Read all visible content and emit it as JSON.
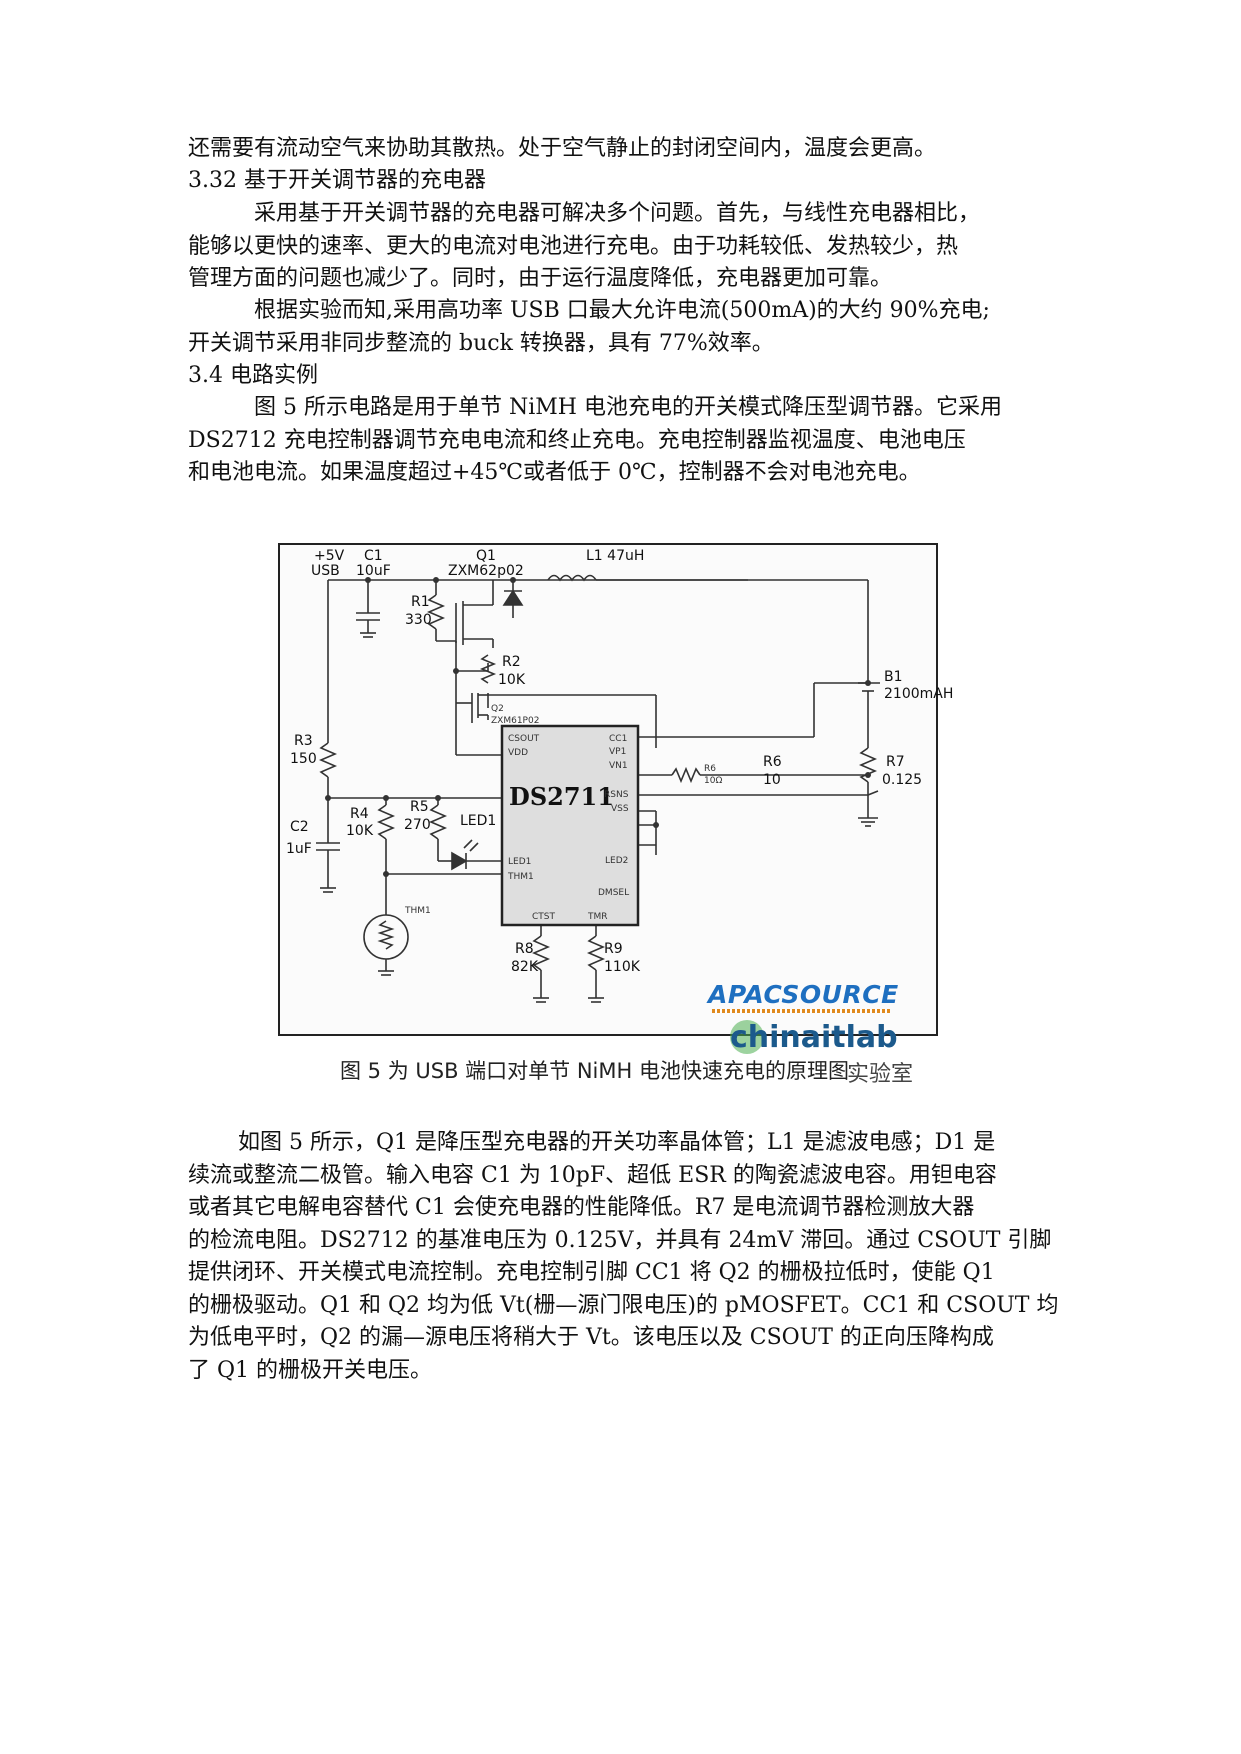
{
  "text": {
    "p1": [
      "还需要有流动空气来协助其散热。处于空气静止的封闭空间内，温度会更高。"
    ],
    "h1": "3.32 基于开关调节器的充电器",
    "p2": [
      "采用基于开关调节器的充电器可解决多个问题。首先，与线性充电器相比，",
      "能够以更快的速率、更大的电流对电池进行充电。由于功耗较低、发热较少，热",
      "管理方面的问题也减少了。同时，由于运行温度降低，充电器更加可靠。"
    ],
    "p3": [
      "根据实验而知,采用高功率 USB 口最大允许电流(500mA)的大约 90%充电;",
      "开关调节采用非同步整流的 buck 转换器，具有 77%效率。"
    ],
    "h2": "3.4 电路实例",
    "p4": [
      "图 5 所示电路是用于单节 NiMH 电池充电的开关模式降压型调节器。它采用",
      "DS2712 充电控制器调节充电电流和终止充电。充电控制器监视温度、电池电压",
      "和电池电流。如果温度超过+45℃或者低于 0℃，控制器不会对电池充电。"
    ],
    "p5": [
      "如图 5 所示，Q1 是降压型充电器的开关功率晶体管；L1 是滤波电感；D1 是",
      "续流或整流二极管。输入电容 C1 为 10pF、超低 ESR 的陶瓷滤波电容。用钽电容",
      "或者其它电解电容替代 C1 会使充电器的性能降低。R7 是电流调节器检测放大器",
      "的检流电阻。DS2712 的基准电压为 0.125V，并具有 24mV 滞回。通过 CSOUT 引脚",
      "提供闭环、开关模式电流控制。充电控制引脚 CC1 将 Q2 的栅极拉低时，使能 Q1",
      "的栅极驱动。Q1 和 Q2 均为低 Vt(栅—源门限电压)的 pMOSFET。CC1 和 CSOUT 均",
      "为低电平时，Q2 的漏—源电压将稍大于 Vt。该电压以及 CSOUT 的正向压降构成",
      "了 Q1 的栅极开关电压。"
    ]
  },
  "figure": {
    "caption": "图 5 为 USB 端口对单节 NiMH 电池快速充电的原理图",
    "labels": {
      "usb1": "+5V",
      "usb2": "USB",
      "c1a": "C1",
      "c1b": "10uF",
      "q1a": "Q1",
      "q1b": "ZXM62p02",
      "l1": "L1 47uH",
      "r1a": "R1",
      "r1b": "330",
      "r2a": "R2",
      "r2b": "10K",
      "q2a": "Q2",
      "q2b": "ZXM61P02",
      "b1a": "B1",
      "b1b": "2100mAH",
      "r3a": "R3",
      "r3b": "150",
      "r6a": "R6",
      "r6b": "10",
      "r6c": "R6",
      "r6d": "10Ω",
      "r7a": "R7",
      "r7b": "0.125",
      "c2a": "C2",
      "c2b": "1uF",
      "r4a": "R4",
      "r4b": "10K",
      "r5a": "R5",
      "r5b": "270",
      "led1": "LED1",
      "thm1": "THM1",
      "r8a": "R8",
      "r8b": "82K",
      "r9a": "R9",
      "r9b": "110K"
    },
    "chip": {
      "name": "DS2711",
      "pins": {
        "csout": "CSOUT",
        "vdd": "VDD",
        "led1": "LED1",
        "thm1": "THM1",
        "cc1": "CC1",
        "vp1": "VP1",
        "vn1": "VN1",
        "rsns": "RSNS",
        "vss": "VSS",
        "led2": "LED2",
        "dmsel": "DMSEL",
        "ctst": "CTST",
        "tmr": "TMR"
      }
    },
    "watermark": {
      "brand1": "APACSOURCE",
      "brand2": "chinaitlab",
      "brand3": "实验室"
    }
  }
}
